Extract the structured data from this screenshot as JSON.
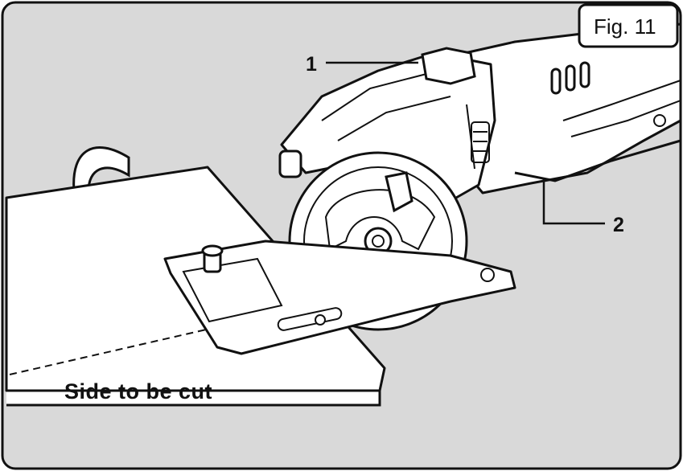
{
  "figure": {
    "label": "Fig. 11",
    "background_color": "#d9d9d9",
    "line_color": "#111111"
  },
  "callouts": [
    {
      "number": "1"
    },
    {
      "number": "2"
    }
  ],
  "caption": {
    "text": "Side to be cut"
  }
}
